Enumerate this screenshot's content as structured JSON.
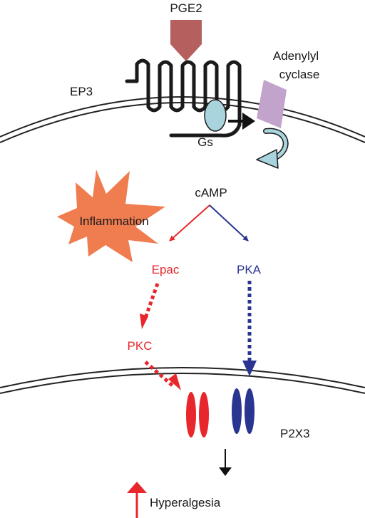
{
  "labels": {
    "ligand": "PGE2",
    "receptor": "EP3",
    "enzyme_line1": "Adenylyl",
    "enzyme_line2": "cyclase",
    "g_protein": "Gs",
    "second_messenger": "cAMP",
    "stimulus": "Inflammation",
    "epac": "Epac",
    "pka": "PKA",
    "pkc": "PKC",
    "channel": "P2X3",
    "outcome": "Hyperalgesia"
  },
  "colors": {
    "epac_pathway": "#e8272c",
    "pka_pathway": "#2a3592",
    "ligand_arrow": "#b5605e",
    "adenylyl_cyclase": "#c2a3cc",
    "gs_protein": "#a9d4de",
    "inflammation_burst": "#ef7d50",
    "membrane": "#222222"
  },
  "icons": {
    "receptor": "seven-transmembrane-receptor-icon",
    "inflammation": "starburst-icon",
    "channel": "ion-channel-icon",
    "outcome": "up-arrow-icon"
  }
}
